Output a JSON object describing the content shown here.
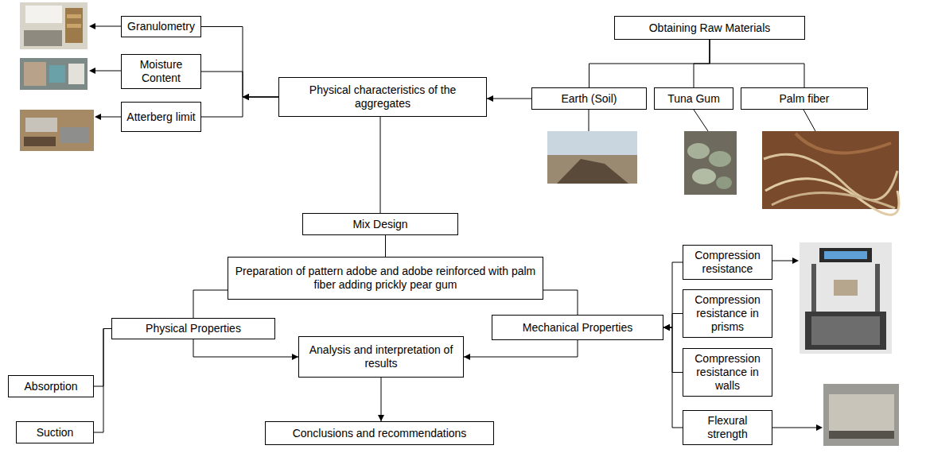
{
  "diagram": {
    "nodes": [
      {
        "text": [
          "Granulometry"
        ]
      },
      {
        "text": [
          "Moisture Content"
        ]
      },
      {
        "text": [
          "Atterberg limit"
        ]
      },
      {
        "text": [
          "Physical characteristics of the aggregates"
        ]
      },
      {
        "text": [
          "Obtaining Raw Materials"
        ]
      },
      {
        "text": [
          "Earth (Soil)"
        ]
      },
      {
        "text": [
          "Tuna Gum"
        ]
      },
      {
        "text": [
          "Palm fiber"
        ]
      },
      {
        "text": [
          "Mix Design"
        ]
      },
      {
        "text": [
          "Preparation of pattern adobe and adobe reinforced with palm fiber adding prickly pear gum"
        ]
      },
      {
        "text": [
          "Physical Properties"
        ]
      },
      {
        "text": [
          "Mechanical Properties"
        ]
      },
      {
        "text": [
          "Compression resistance"
        ]
      },
      {
        "text": [
          "Compression resistance in prisms"
        ]
      },
      {
        "text": [
          "Compression resistance in walls"
        ]
      },
      {
        "text": [
          "Flexural strength"
        ]
      },
      {
        "text": [
          "Absorption"
        ]
      },
      {
        "text": [
          "Suction"
        ]
      },
      {
        "text": [
          "Analysis and interpretation of results"
        ]
      },
      {
        "text": [
          "Conclusions and recommendations"
        ]
      }
    ],
    "edges": [
      {
        "from": 4,
        "to": 5,
        "arrow": "none"
      },
      {
        "from": 4,
        "to": 6,
        "arrow": "none"
      },
      {
        "from": 4,
        "to": 7,
        "arrow": "none"
      },
      {
        "from": 5,
        "to": 3,
        "arrow": "to"
      },
      {
        "from": 3,
        "to": 0,
        "arrow": "to"
      },
      {
        "from": 3,
        "to": 1,
        "arrow": "to"
      },
      {
        "from": 3,
        "to": 2,
        "arrow": "to"
      },
      {
        "from": 3,
        "to": 8,
        "arrow": "none"
      },
      {
        "from": 8,
        "to": 9,
        "arrow": "none"
      },
      {
        "from": 9,
        "to": 10,
        "arrow": "none"
      },
      {
        "from": 9,
        "to": 11,
        "arrow": "none"
      },
      {
        "from": 10,
        "to": 16,
        "arrow": "none"
      },
      {
        "from": 10,
        "to": 17,
        "arrow": "none"
      },
      {
        "from": 12,
        "to": 11,
        "arrow": "to"
      },
      {
        "from": 13,
        "to": 11,
        "arrow": "to"
      },
      {
        "from": 14,
        "to": 11,
        "arrow": "to"
      },
      {
        "from": 15,
        "to": 11,
        "arrow": "to"
      },
      {
        "from": 10,
        "to": 18,
        "arrow": "to"
      },
      {
        "from": 11,
        "to": 18,
        "arrow": "to"
      },
      {
        "from": 18,
        "to": 19,
        "arrow": "to"
      }
    ]
  }
}
